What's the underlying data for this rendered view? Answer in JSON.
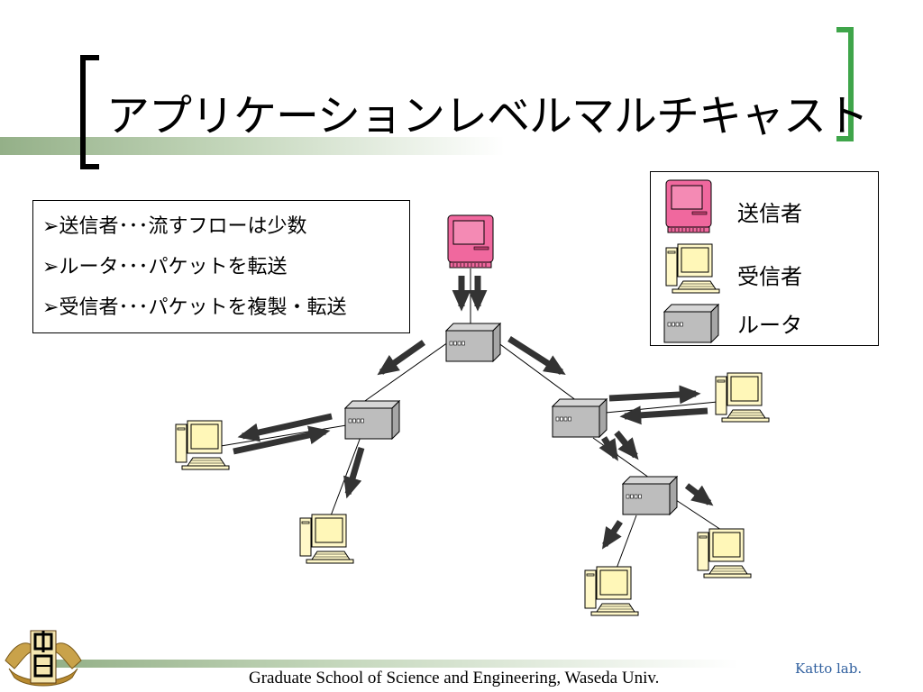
{
  "title": "アプリケーションレベルマルチキャスト",
  "bullets": [
    "送信者･･･流すフローは少数",
    "ルータ･･･パケットを転送",
    "受信者･･･パケットを複製・転送"
  ],
  "bullet_marker": "➢",
  "legend": {
    "sender": "送信者",
    "receiver": "受信者",
    "router": "ルータ"
  },
  "footer": "Graduate School of Science and Engineering, Waseda Univ.",
  "credit": "Katto lab.",
  "colors": {
    "sender": "#f0689e",
    "receiver_screen": "#fff7b8",
    "router": "#bdbdbd",
    "arrow": "#333333",
    "accent_band": "#94b088",
    "credit_text": "#2f5f9e"
  },
  "icons": {
    "sender": "pink-computer-icon",
    "receiver": "beige-computer-icon",
    "router": "router-box-icon",
    "logo": "waseda-emblem-icon"
  }
}
